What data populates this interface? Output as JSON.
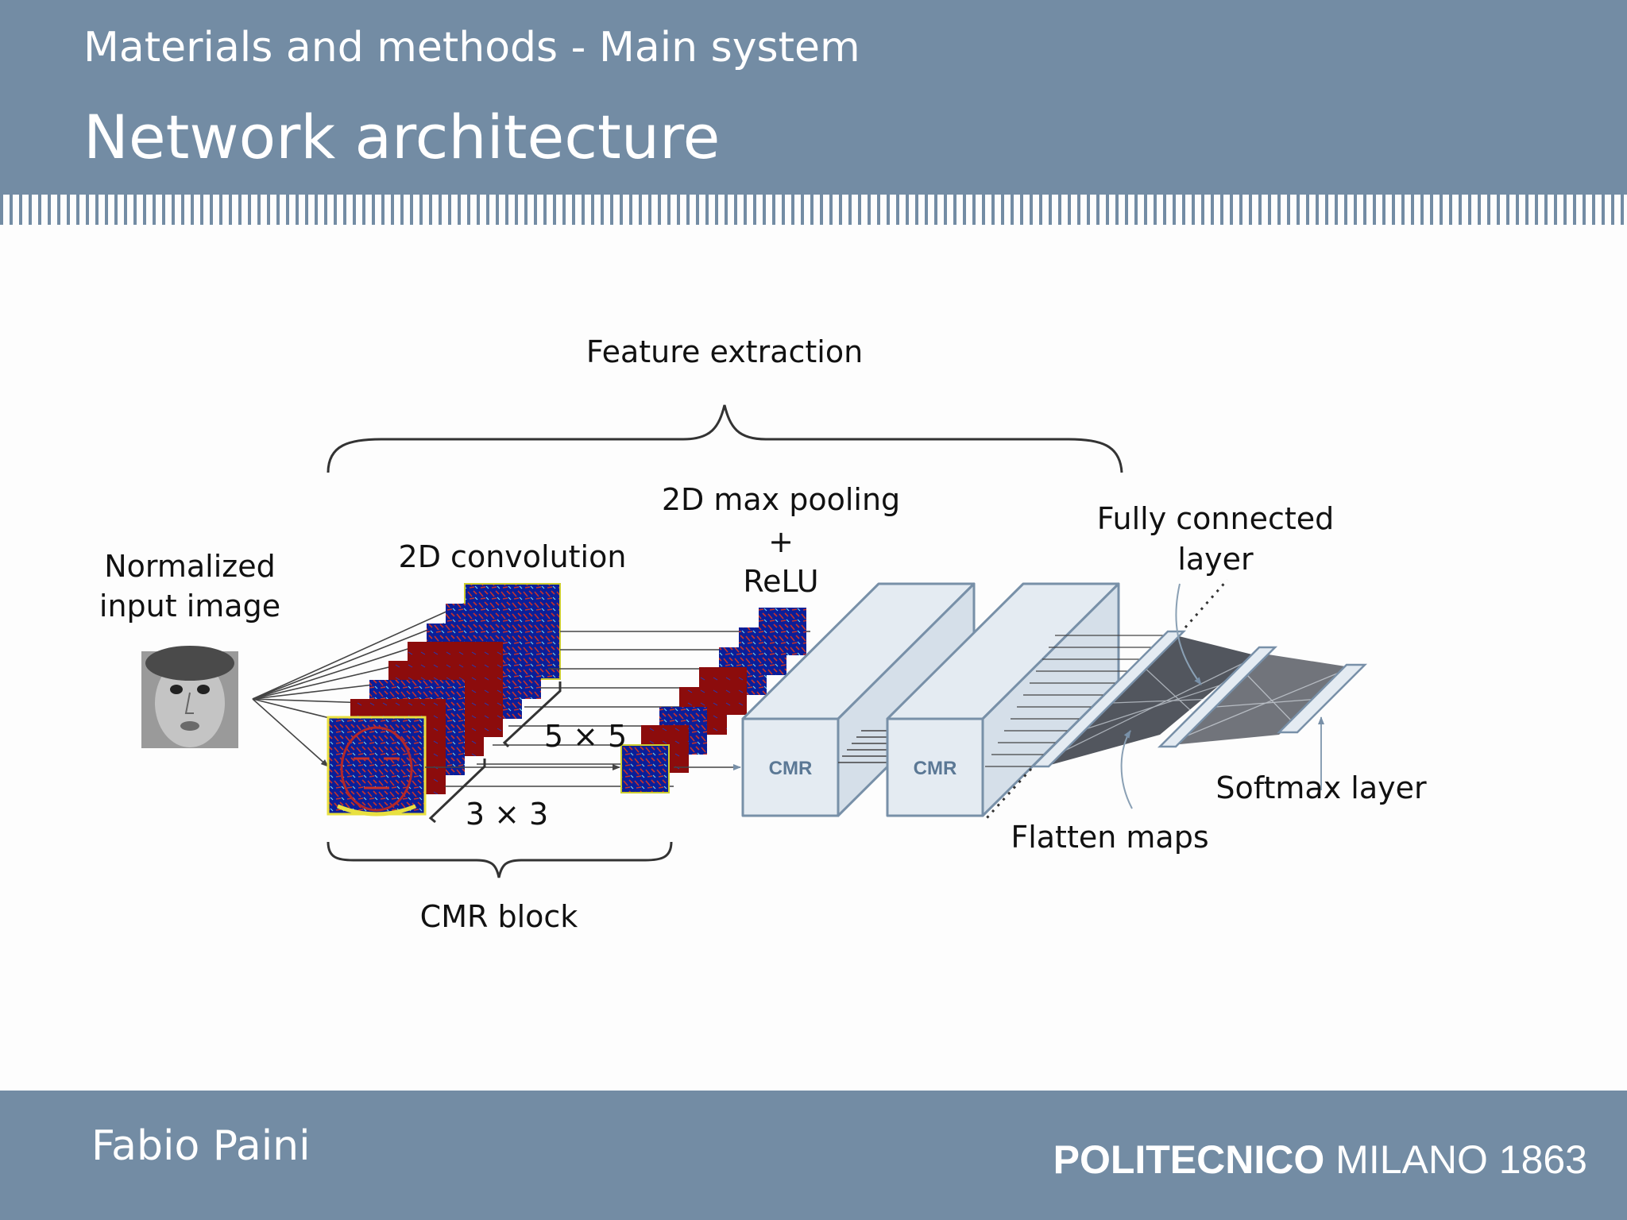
{
  "header": {
    "section": "Materials and methods - Main system",
    "title": "Network architecture"
  },
  "diagram": {
    "feature_extraction": "Feature extraction",
    "normalized_line1": "Normalized",
    "normalized_line2": "input image",
    "convolution": "2D convolution",
    "pool_line1": "2D max pooling",
    "pool_plus": "+",
    "pool_line2": "ReLU",
    "kernel_5x5": "5 × 5",
    "kernel_3x3": "3 × 3",
    "cmr_block": "CMR block",
    "cmr_label": "CMR",
    "fc_line1": "Fully connected",
    "fc_line2": "layer",
    "flatten": "Flatten maps",
    "softmax": "Softmax layer"
  },
  "footer": {
    "author": "Fabio Paini",
    "logo_bold": "POLITECNICO",
    "logo_rest": " MILANO 1863"
  },
  "colors": {
    "header_bg": "#738ca4",
    "block_fill": "#e4ebf2",
    "block_stroke": "#7890a8",
    "map_blue": "#0a1e9a",
    "map_red": "#8c0c0c"
  }
}
